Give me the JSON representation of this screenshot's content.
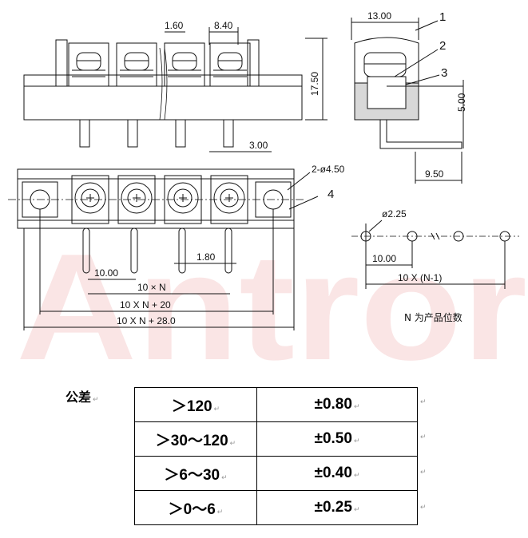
{
  "drawing": {
    "front_view": {
      "pitch_top": "1.60",
      "pitch": "8.40",
      "height": "17.50",
      "pin_offset": "3.00"
    },
    "side_view": {
      "width": "13.00",
      "pin_height": "5.00",
      "foot": "9.50",
      "callouts": [
        "1",
        "2",
        "3"
      ]
    },
    "top_view": {
      "hole_note": "2-ø4.50",
      "callout_4": "4",
      "pin_spacing": "10.00",
      "pin_width": "1.80",
      "dim_n": "10 × N",
      "dim_n20": "10 X N + 20",
      "dim_n28": "10 X N + 28.0"
    },
    "footprint": {
      "hole_dia": "ø2.25",
      "spacing": "10.00",
      "total": "10 X (N-1)"
    },
    "note": "N 为产品位数",
    "watermark": "Antror"
  },
  "tolerance": {
    "label": "公差",
    "rows": [
      {
        "range": "＞120",
        "value": "±0.80"
      },
      {
        "range": "＞30～120",
        "value": "±0.50"
      },
      {
        "range": "＞6～30",
        "value": "±0.40"
      },
      {
        "range": "＞0～6",
        "value": "±0.25"
      }
    ]
  }
}
